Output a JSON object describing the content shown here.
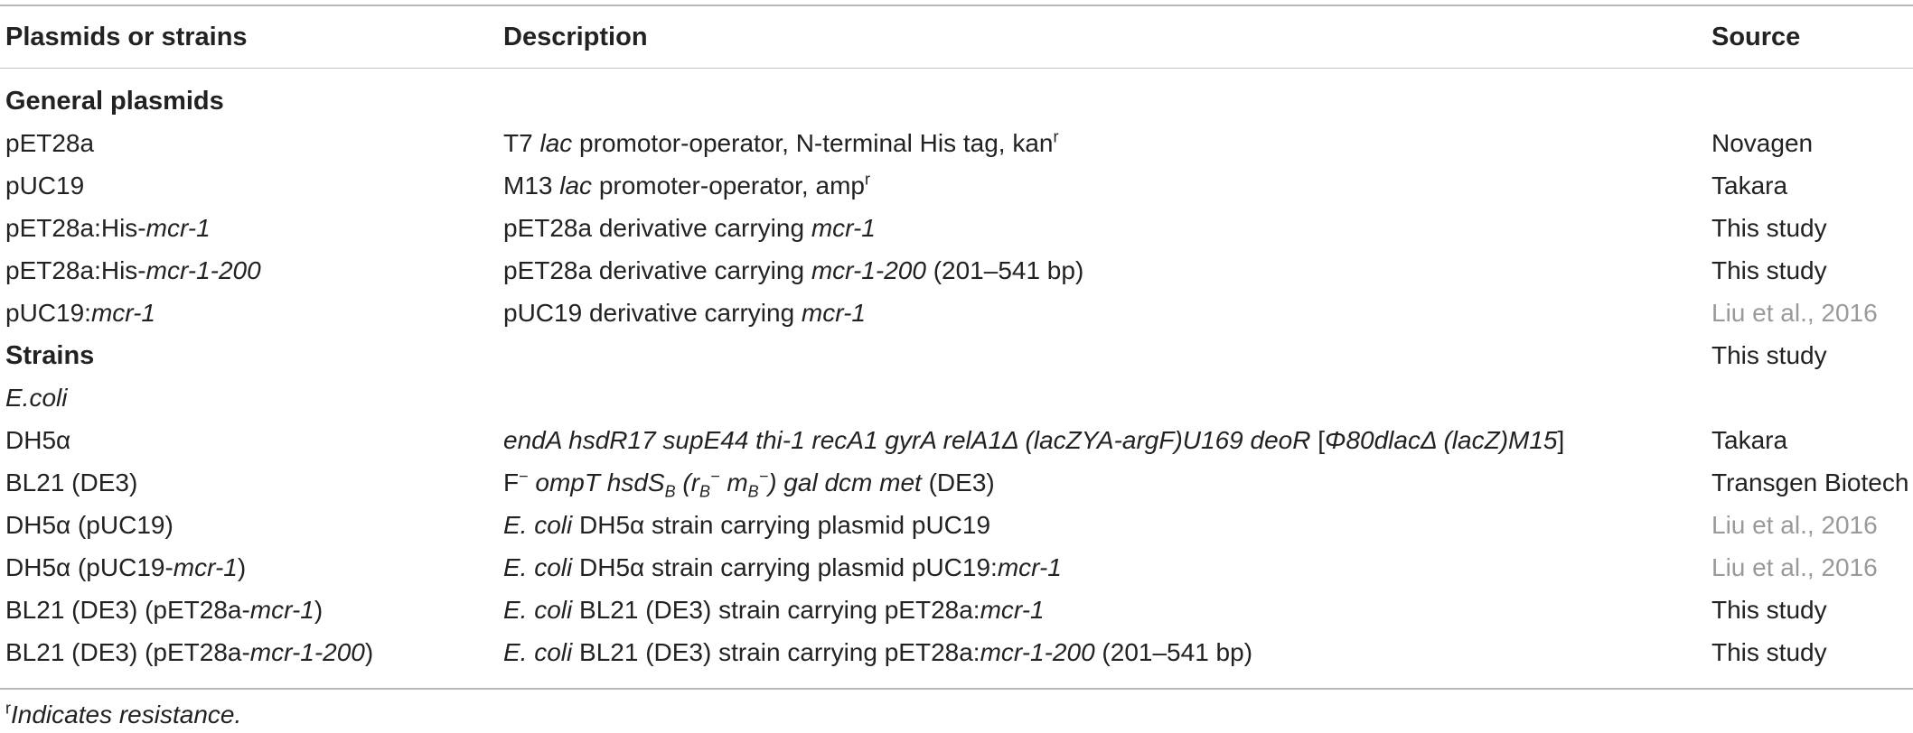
{
  "table": {
    "headers": {
      "col1": "Plasmids or strains",
      "col2": "Description",
      "col3": "Source"
    },
    "sections": {
      "general_plasmids": "General plasmids",
      "strains": "Strains",
      "strains_source": "This study",
      "ecoli": "E.coli"
    },
    "rows": [
      {
        "name": "pET28a",
        "description": "T7 lac promotor-operator, N-terminal His tag, kanʳ",
        "source": "Novagen"
      },
      {
        "name": "pUC19",
        "description": "M13 lac promoter-operator, ampʳ",
        "source": "Takara"
      },
      {
        "name": "pET28a:His-mcr-1",
        "description": "pET28a derivative carrying mcr-1",
        "source": "This study"
      },
      {
        "name": "pET28a:His-mcr-1-200",
        "description": "pET28a derivative carrying mcr-1-200 (201–541 bp)",
        "source": "This study"
      },
      {
        "name": "pUC19:mcr-1",
        "description": "pUC19 derivative carrying mcr-1",
        "source": "Liu et al., 2016"
      },
      {
        "name": "DH5α",
        "description": "endA hsdR17 supE44 thi-1 recA1 gyrA relA1Δ (lacZYA-argF)U169 deoR [Φ80dlacΔ (lacZ)M15]",
        "source": "Takara"
      },
      {
        "name": "BL21 (DE3)",
        "description": "F− ompT hsdSB (rB− mB−) gal dcm met (DE3)",
        "source": "Transgen Biotech"
      },
      {
        "name": "DH5α (pUC19)",
        "description": "E. coli DH5α strain carrying plasmid pUC19",
        "source": "Liu et al., 2016"
      },
      {
        "name": "DH5α (pUC19-mcr-1)",
        "description": "E. coli DH5α strain carrying plasmid pUC19:mcr-1",
        "source": "Liu et al., 2016"
      },
      {
        "name": "BL21 (DE3) (pET28a-mcr-1)",
        "description": "E. coli BL21 (DE3) strain carrying pET28a:mcr-1",
        "source": "This study"
      },
      {
        "name": "BL21 (DE3) (pET28a-mcr-1-200)",
        "description": "E. coli BL21 (DE3) strain carrying pET28a:mcr-1-200 (201–541 bp)",
        "source": "This study"
      }
    ],
    "footnote": "ʳIndicates resistance.",
    "colors": {
      "text": "#222222",
      "citation": "#9a9a9a",
      "rule": "#b9b9b9"
    }
  }
}
